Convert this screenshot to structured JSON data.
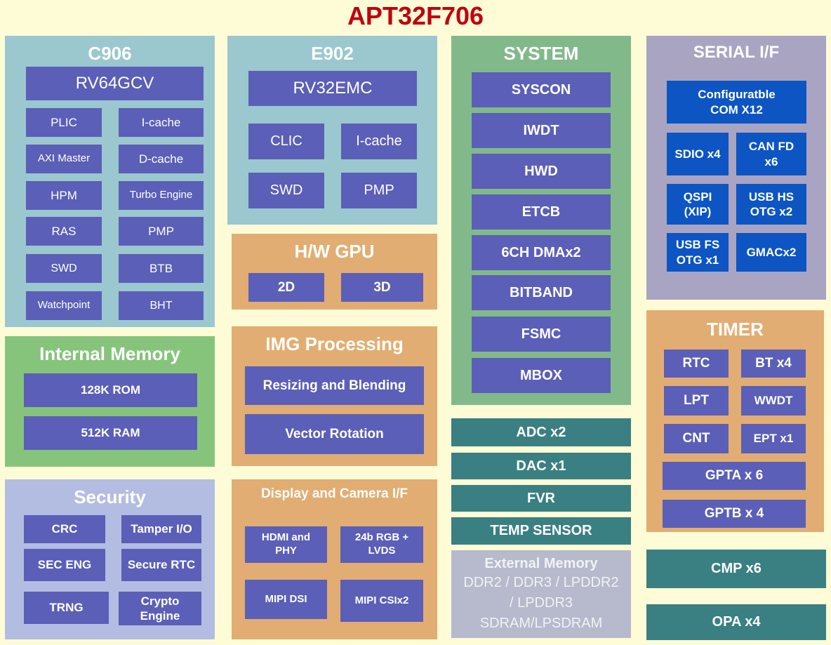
{
  "title": "APT32F706",
  "colors": {
    "background": "#fdfcd6",
    "title": "#c0000e",
    "cpu_panel": "#9bc7cf",
    "system_panel": "#82b98a",
    "memory_panel": "#86c47c",
    "security_panel": "#b3bde2",
    "media_panel": "#e2ad72",
    "serial_panel": "#a9a4c2",
    "timer_panel": "#e2ad72",
    "block": "#5b5fb7",
    "serial_block": "#0c55c3",
    "analog_block": "#3a7f82",
    "ext_memory_panel": "#b7b9cd"
  },
  "c906": {
    "title": "C906",
    "core": "RV64GCV",
    "blocks": [
      "PLIC",
      "I-cache",
      "AXI Master",
      "D-cache",
      "HPM",
      "Turbo Engine",
      "RAS",
      "PMP",
      "SWD",
      "BTB",
      "Watchpoint",
      "BHT"
    ]
  },
  "e902": {
    "title": "E902",
    "core": "RV32EMC",
    "blocks": [
      "CLIC",
      "I-cache",
      "SWD",
      "PMP"
    ]
  },
  "system": {
    "title": "SYSTEM",
    "blocks": [
      "SYSCON",
      "IWDT",
      "HWD",
      "ETCB",
      "6CH DMAx2",
      "BITBAND",
      "FSMC",
      "MBOX"
    ]
  },
  "serial": {
    "title": "SERIAL I/F",
    "com": "Configuratble\nCOM X12",
    "blocks": [
      "SDIO x4",
      "CAN FD\nx6",
      "QSPI\n(XIP)",
      "USB HS\nOTG x2",
      "USB FS\nOTG x1",
      "GMACx2"
    ]
  },
  "gpu": {
    "title": "H/W GPU",
    "blocks": [
      "2D",
      "3D"
    ]
  },
  "img": {
    "title": "IMG Processing",
    "blocks": [
      "Resizing and Blending",
      "Vector Rotation"
    ]
  },
  "display": {
    "title": "Display and Camera I/F",
    "blocks": [
      "HDMI and\nPHY",
      "24b RGB +\nLVDS",
      "MIPI DSI",
      "MIPI CSIx2"
    ]
  },
  "memory": {
    "title": "Internal Memory",
    "blocks": [
      "128K ROM",
      "512K RAM"
    ]
  },
  "security": {
    "title": "Security",
    "blocks": [
      "CRC",
      "Tamper I/O",
      "SEC ENG",
      "Secure RTC",
      "TRNG",
      "Crypto\nEngine"
    ]
  },
  "analog": {
    "blocks": [
      "ADC x2",
      "DAC x1",
      "FVR",
      "TEMP SENSOR"
    ]
  },
  "ext_memory": {
    "title": "External Memory",
    "lines": [
      "DDR2 / DDR3 / LPDDR2",
      "/ LPDDR3",
      "SDRAM/LPSDRAM"
    ]
  },
  "timer": {
    "title": "TIMER",
    "blocks": [
      "RTC",
      "BT x4",
      "LPT",
      "WWDT",
      "CNT",
      "EPT x1",
      "GPTA x 6",
      "GPTB x 4"
    ]
  },
  "cmp": "CMP x6",
  "opa": "OPA x4"
}
